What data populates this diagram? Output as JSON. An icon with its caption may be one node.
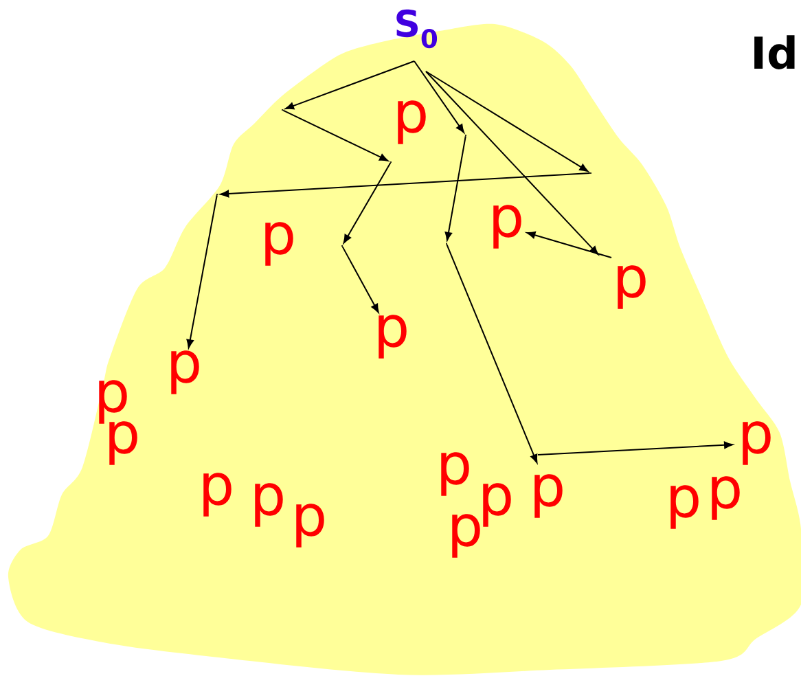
{
  "diagram": {
    "title": "Id",
    "nodes": [
      {
        "text": [],
        "shape": "cloud"
      },
      {
        "text": [
          "S$_{0}$"
        ]
      },
      {
        "text": [],
        "shape": "point",
        "in": 0
      },
      {
        "text": [
          "p"
        ],
        "in": 0
      },
      {
        "text": [],
        "shape": "point",
        "in": 0
      },
      {
        "text": [],
        "shape": "point",
        "in": 0
      },
      {
        "text": [],
        "shape": "point",
        "in": 0
      },
      {
        "text": [],
        "shape": "point",
        "in": 0
      },
      {
        "text": [
          "p"
        ],
        "in": 0
      },
      {
        "text": [],
        "shape": "point",
        "in": 0
      },
      {
        "text": [
          "p"
        ],
        "in": 0
      },
      {
        "text": [],
        "shape": "point",
        "in": 0
      },
      {
        "text": [
          "p"
        ],
        "in": 0
      },
      {
        "text": [
          "p"
        ],
        "in": 0
      },
      {
        "text": [
          "p"
        ],
        "in": 0
      },
      {
        "text": [
          "p"
        ],
        "in": 0
      },
      {
        "text": [
          "p"
        ],
        "in": 0
      },
      {
        "text": [
          "p"
        ],
        "in": 0
      },
      {
        "text": [
          "p"
        ],
        "in": 0
      },
      {
        "text": [
          "p"
        ],
        "in": 0
      },
      {
        "text": [
          "p"
        ],
        "in": 0
      },
      {
        "text": [
          "p"
        ],
        "in": 0
      },
      {
        "text": [
          "p"
        ],
        "in": 0
      },
      {
        "text": [
          "p"
        ],
        "in": 0
      },
      {
        "text": [
          "p"
        ],
        "in": 0
      },
      {
        "text": [
          "p"
        ],
        "in": 0
      },
      {
        "text": [
          "p"
        ],
        "in": 0
      }
    ],
    "edges": [
      {
        "from": 1,
        "to": 2,
        "arrow": "to"
      },
      {
        "from": 2,
        "to": 5,
        "arrow": "to"
      },
      {
        "from": 1,
        "to": 4,
        "arrow": "to"
      },
      {
        "from": 1,
        "to": 6,
        "arrow": "to"
      },
      {
        "from": 1,
        "to": 12,
        "arrow": "to"
      },
      {
        "from": 6,
        "to": 7,
        "arrow": "to"
      },
      {
        "from": 5,
        "to": 11,
        "arrow": "to"
      },
      {
        "from": 11,
        "to": 13,
        "arrow": "to"
      },
      {
        "from": 7,
        "to": 14,
        "arrow": "to"
      },
      {
        "from": 4,
        "to": 9,
        "arrow": "to"
      },
      {
        "from": 9,
        "to": 19,
        "arrow": "to"
      },
      {
        "from": 19,
        "to": 17,
        "arrow": "to"
      },
      {
        "from": 12,
        "to": 8,
        "arrow": "to"
      }
    ]
  }
}
